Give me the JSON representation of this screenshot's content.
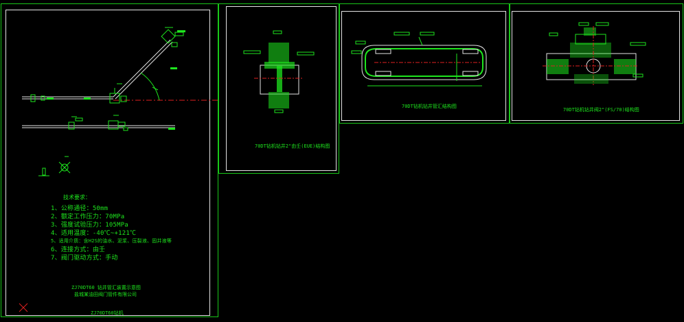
{
  "colors": {
    "background": "#000000",
    "frame": "#19c819",
    "inner_border": "#e6e6e6",
    "line_white": "#e6e6e6",
    "text_green": "#1ee61e",
    "center_red": "#e02020",
    "hatch_green": "#1ee61e",
    "dim_cyan": "#00d7d7",
    "marker_red": "#e02020"
  },
  "main_sheet": {
    "notes_title": "技术要求：",
    "notes": [
      "1、公称通径：50mm",
      "2、额定工作压力：70MPa",
      "3、强度试验压力：105MPa",
      "4、适用温度：-40℃~+121℃",
      "5、适用介质：含H2S的油水、泥浆、压裂液、固井液等",
      "6、连接方式：由壬",
      "7、阀门驱动方式：手动"
    ],
    "caption_line1": "ZJ70DT60  钻井管汇装置示意图",
    "caption_line2": "盐城某油田阀门管件有限公司",
    "footer": "ZJ70DT60钻机"
  },
  "panel_2": {
    "caption": "70DT钻机钻井2\"由壬(EUE)结构图"
  },
  "panel_3": {
    "caption": "70DT钻机钻井管汇结构图"
  },
  "panel_4": {
    "caption": "70DT钻机钻井阀2\"(FS/70)结构图"
  },
  "icons": [
    "ucs-cross-icon"
  ]
}
